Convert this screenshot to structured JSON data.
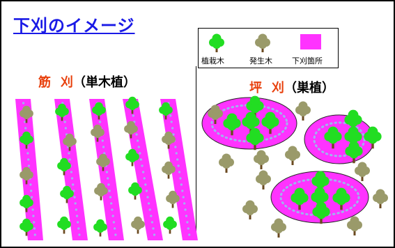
{
  "title": "下刈のイメージ",
  "legend": {
    "items": [
      {
        "label": "植栽木",
        "color": "#22dd22"
      },
      {
        "label": "発生木",
        "color": "#9a9a6a"
      },
      {
        "label": "下刈箇所",
        "color": "#ff33ff"
      }
    ]
  },
  "left_section": {
    "keyword": "筋",
    "keyword2": "刈",
    "detail": "（単木植）"
  },
  "right_section": {
    "keyword": "坪",
    "keyword2": "刈",
    "detail": "（巣植）"
  },
  "colors": {
    "planted": "#22dd22",
    "natural": "#9a9a6a",
    "weeding": "#ff33ff",
    "dots": "#9fb4ee",
    "title": "#1a1ae6",
    "keyword": "#e8400c"
  }
}
